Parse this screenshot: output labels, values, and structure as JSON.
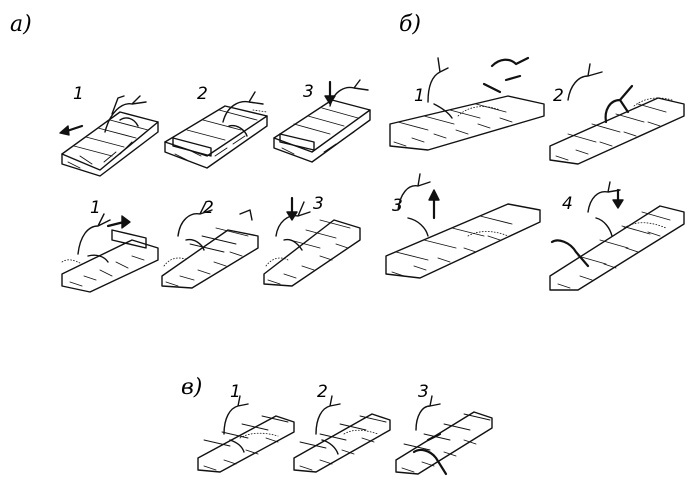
{
  "groups": [
    {
      "id": "a",
      "label": "а)",
      "steps": [
        "1",
        "2",
        "3",
        "1",
        "2",
        "3"
      ]
    },
    {
      "id": "b",
      "label": "б)",
      "steps": [
        "1",
        "2",
        "3",
        "4"
      ]
    },
    {
      "id": "v",
      "label": "в)",
      "steps": [
        "1",
        "2",
        "3"
      ]
    }
  ]
}
